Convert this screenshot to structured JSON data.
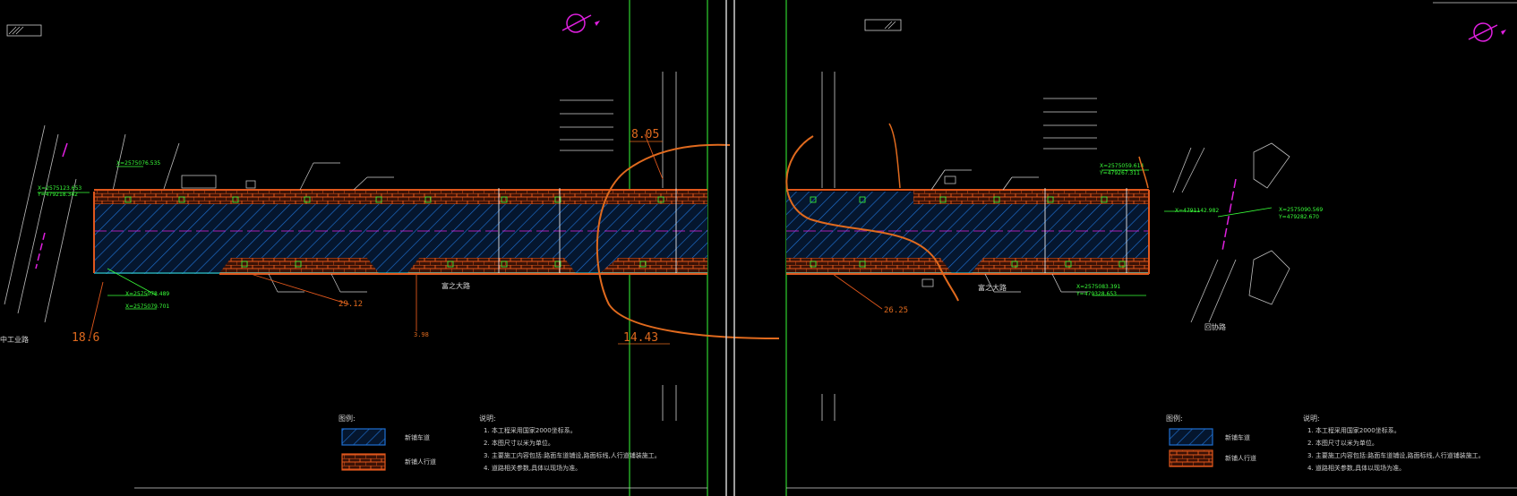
{
  "drawing": {
    "background": "#000000",
    "colors": {
      "lane_hatch": "#1e6fd0",
      "sidewalk": "#e0571c",
      "frame": "#2fd12f",
      "annotation": "#e06a1e",
      "north_arrow": "#e020e0",
      "text": "#cfcfcf"
    }
  },
  "left_sheet": {
    "dimensions": {
      "top": "8.05",
      "bottom_mid": "14.43",
      "left_low": "18.6",
      "under_lane": "29.12",
      "small": "3.98"
    },
    "road_name": "富之大路",
    "cross_street": "中工业路",
    "legend": {
      "title": "图例:",
      "items": [
        {
          "label": "新铺车道",
          "icon": "hatched-lane-swatch"
        },
        {
          "label": "新铺人行道",
          "icon": "brick-sidewalk-swatch"
        }
      ]
    },
    "notes": {
      "title": "说明:",
      "lines": [
        "1. 本工程采用国家2000坐标系。",
        "2. 本图尺寸以米为单位。",
        "3. 主要施工内容包括:路面车道铺设,路面标线,人行道铺装施工。",
        "4. 道路相关参数,具体以现场为准。"
      ]
    }
  },
  "right_sheet": {
    "dimensions": {
      "under_lane": "26.25"
    },
    "road_name": "富之大路",
    "cross_street": "回协路",
    "legend": {
      "title": "图例:",
      "items": [
        {
          "label": "新铺车道",
          "icon": "hatched-lane-swatch"
        },
        {
          "label": "新铺人行道",
          "icon": "brick-sidewalk-swatch"
        }
      ]
    },
    "notes": {
      "title": "说明:",
      "lines": [
        "1. 本工程采用国家2000坐标系。",
        "2. 本图尺寸以米为单位。",
        "3. 主要施工内容包括:路面车道铺设,路面标线,人行道铺装施工。",
        "4. 道路相关参数,具体以现场为准。"
      ]
    }
  }
}
